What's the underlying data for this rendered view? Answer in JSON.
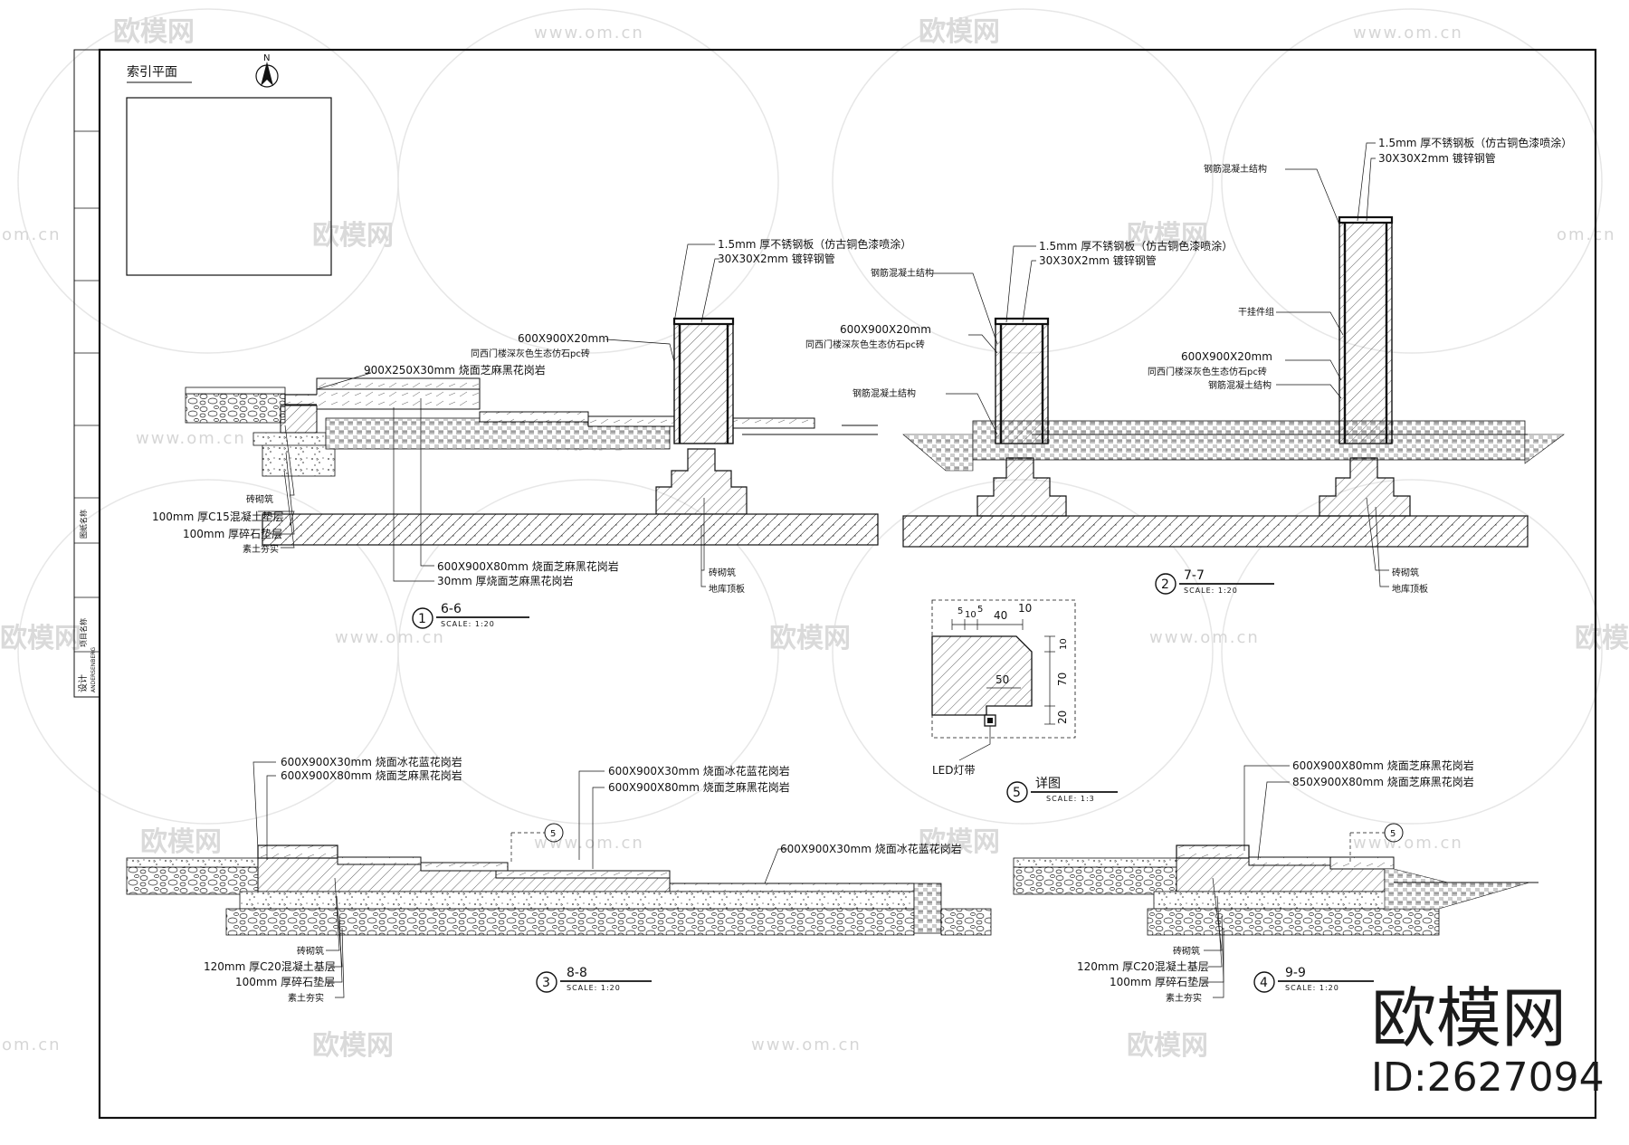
{
  "index_plan": {
    "title": "索引平面",
    "north": "N"
  },
  "watermark": {
    "logo_text": "欧模网",
    "url": "www.om.cn",
    "url_short": "om.cn"
  },
  "brand": {
    "name": "欧模网",
    "id": "ID:2627094"
  },
  "title_strip": {
    "lines": [
      "设计",
      "ANDERSENBERG",
      "项目名称",
      "图纸名称"
    ]
  },
  "sections": {
    "s66": {
      "number": "1",
      "name": "6-6",
      "scale": "SCALE: 1:20",
      "labels": {
        "steel_plate": "1.5mm 厚不锈钢板（仿古铜色漆喷涂）",
        "steel_tube": "30X30X2mm 镀锌钢管",
        "pc_brick_size": "600X900X20mm",
        "pc_brick_desc": "同西门楼深灰色生态仿石pc砖",
        "coping": "900X250X30mm 烧面芝麻黑花岗岩",
        "masonry": "砖砌筑",
        "c15": "100mm 厚C15混凝土垫层",
        "gravel": "100mm 厚碎石垫层",
        "soil": "素土夯实",
        "paver80": "600X900X80mm 烧面芝麻黑花岗岩",
        "paver30": "30mm 厚烧面芝麻黑花岗岩",
        "brick_base": "砖砌筑",
        "slab": "地库顶板"
      }
    },
    "s77": {
      "number": "2",
      "name": "7-7",
      "scale": "SCALE: 1:20",
      "labels": {
        "steel_plate_a": "1.5mm 厚不锈钢板（仿古铜色漆喷涂）",
        "steel_tube_a": "30X30X2mm 镀锌钢管",
        "rc_a": "钢筋混凝土结构",
        "pc_size_a": "600X900X20mm",
        "pc_desc_a": "同西门楼深灰色生态仿石pc砖",
        "rc_a2": "钢筋混凝土结构",
        "steel_plate_b": "1.5mm 厚不锈钢板（仿古铜色漆喷涂）",
        "steel_tube_b": "30X30X2mm 镀锌钢管",
        "rc_b": "钢筋混凝土结构",
        "dry_hang": "干挂件组",
        "pc_size_b": "600X900X20mm",
        "pc_desc_b": "同西门楼深灰色生态仿石pc砖",
        "rc_b2": "钢筋混凝土结构",
        "masonry": "砖砌筑",
        "slab": "地库顶板"
      }
    },
    "s88": {
      "number": "3",
      "name": "8-8",
      "scale": "SCALE: 1:20",
      "labels": {
        "a1": "600X900X30mm 烧面冰花蓝花岗岩",
        "a2": "600X900X80mm 烧面芝麻黑花岗岩",
        "b1": "600X900X30mm 烧面冰花蓝花岗岩",
        "b2": "600X900X80mm 烧面芝麻黑花岗岩",
        "c1": "600X900X30mm 烧面冰花蓝花岗岩",
        "masonry": "砖砌筑",
        "c20": "120mm 厚C20混凝土基层",
        "gravel": "100mm 厚碎石垫层",
        "soil": "素土夯实",
        "callout": "5"
      }
    },
    "s99": {
      "number": "4",
      "name": "9-9",
      "scale": "SCALE: 1:20",
      "labels": {
        "a1": "600X900X80mm 烧面芝麻黑花岗岩",
        "a2": "850X900X80mm 烧面芝麻黑花岗岩",
        "masonry": "砖砌筑",
        "c20": "120mm 厚C20混凝土基层",
        "gravel": "100mm 厚碎石垫层",
        "soil": "素土夯实",
        "callout": "5"
      }
    },
    "detail": {
      "number": "5",
      "name": "详图",
      "scale": "SCALE: 1:3",
      "led": "LED灯带",
      "dims": {
        "d5a": "5",
        "d10a": "10",
        "d5b": "5",
        "d40": "40",
        "d10b": "10",
        "d10v": "10",
        "d70": "70",
        "d20": "20",
        "d50": "50"
      }
    }
  }
}
